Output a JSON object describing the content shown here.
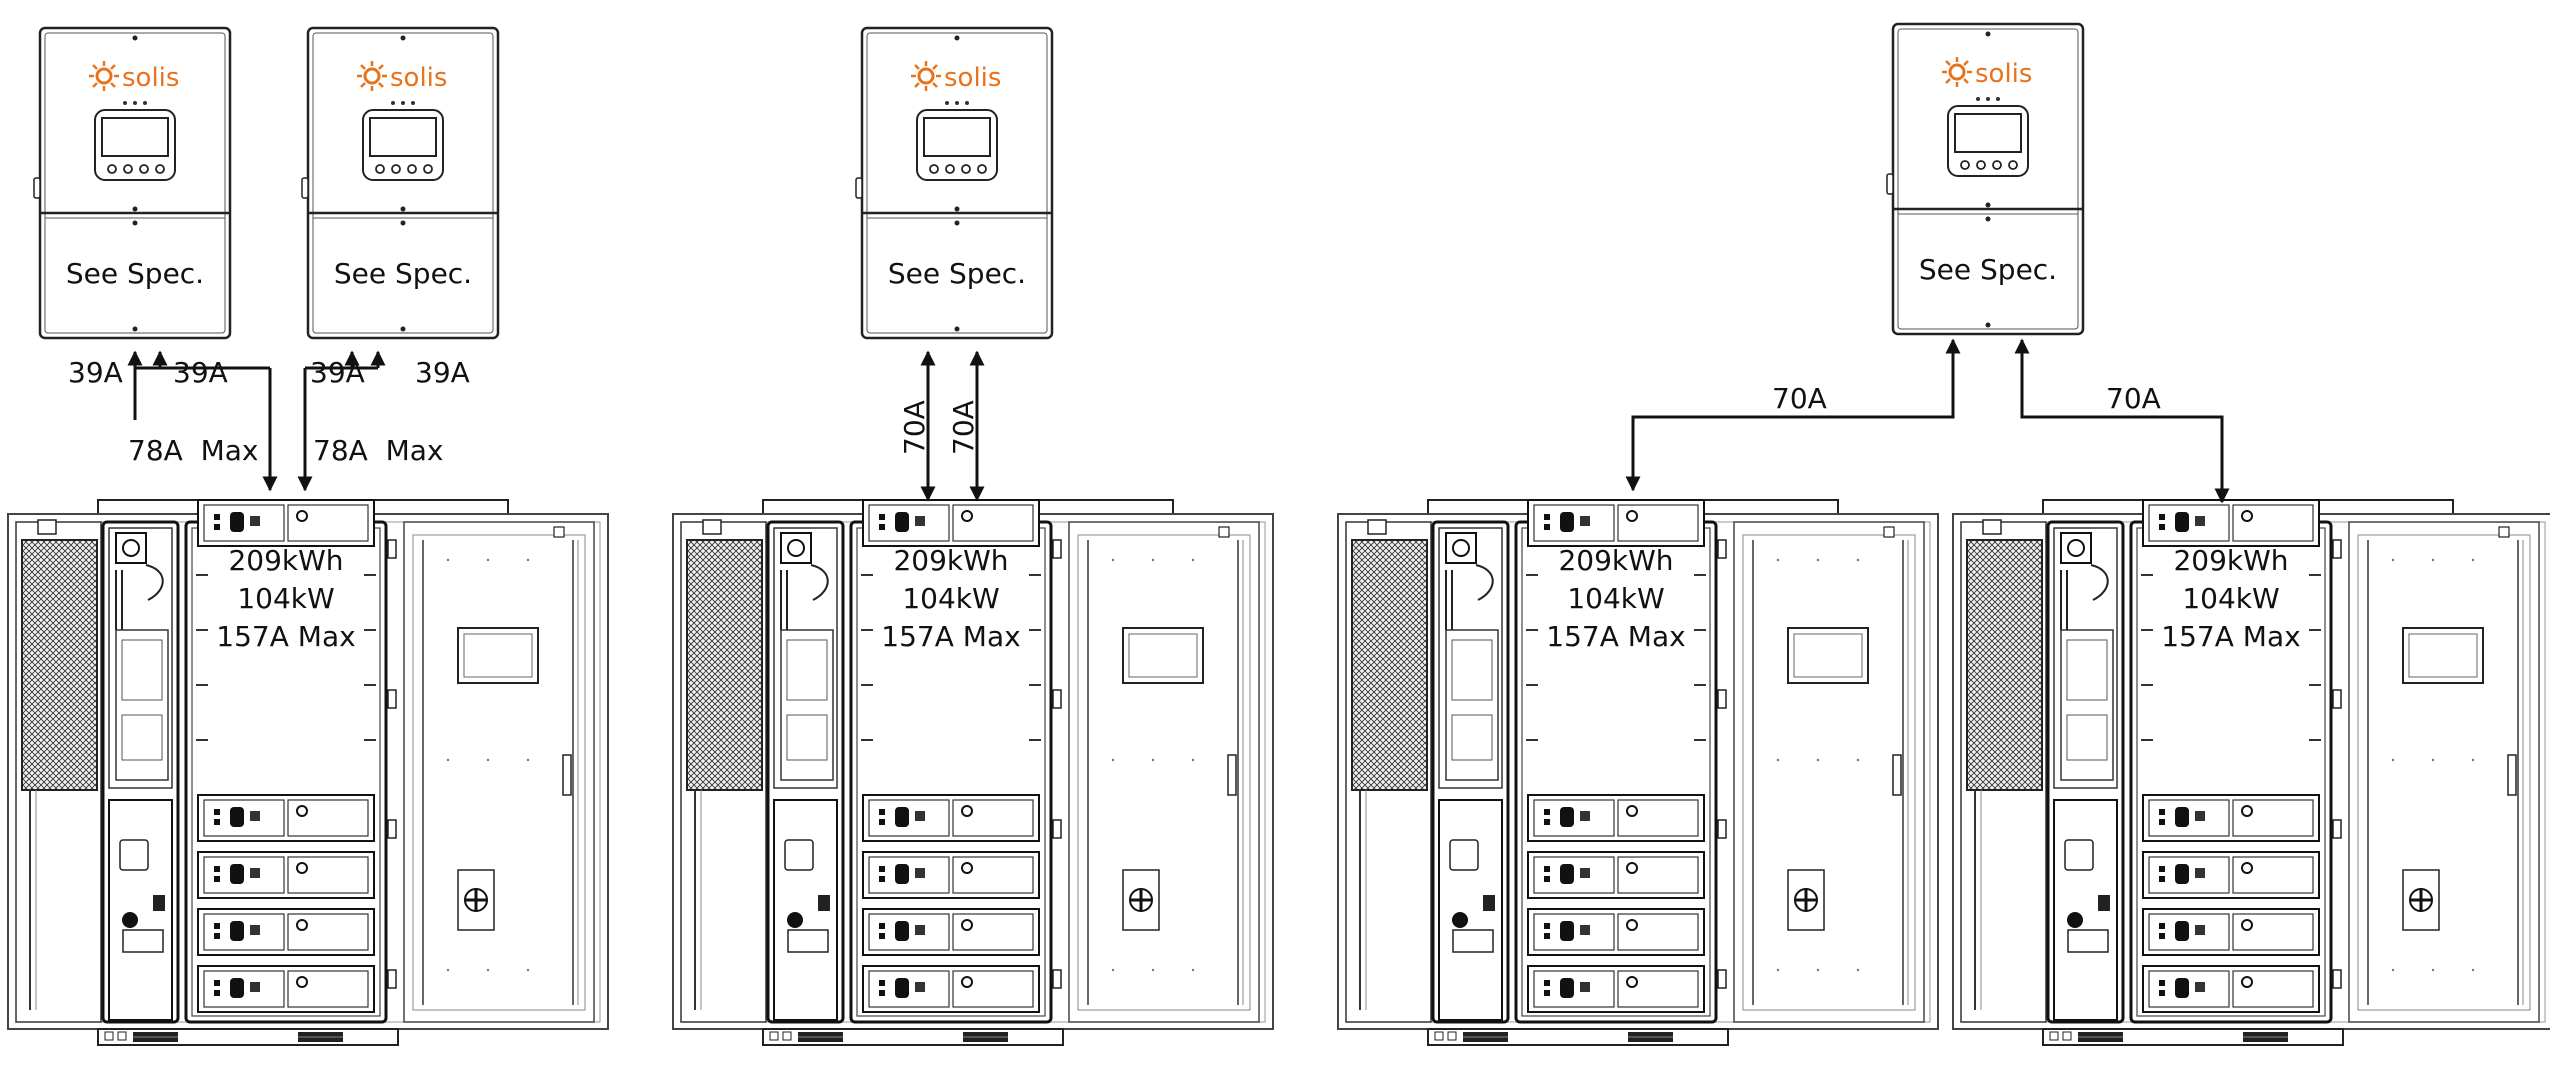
{
  "brand": {
    "name": "solis",
    "color": "#e8731c"
  },
  "line_color": "#111111",
  "inverter_spec_label": "See Spec.",
  "inverters": [
    {
      "id": "inv1",
      "spec": "See Spec."
    },
    {
      "id": "inv2",
      "spec": "See Spec."
    },
    {
      "id": "inv3",
      "spec": "See Spec."
    },
    {
      "id": "inv4",
      "spec": "See Spec."
    }
  ],
  "batteries": [
    {
      "id": "bat1",
      "energy": "209kWh",
      "power": "104kW",
      "current": "157A Max"
    },
    {
      "id": "bat2",
      "energy": "209kWh",
      "power": "104kW",
      "current": "157A Max"
    },
    {
      "id": "bat3",
      "energy": "209kWh",
      "power": "104kW",
      "current": "157A Max"
    },
    {
      "id": "bat4",
      "energy": "209kWh",
      "power": "104kW",
      "current": "157A Max"
    }
  ],
  "connections": {
    "group1": {
      "inv1_left": "39A",
      "inv1_right": "39A",
      "inv2_left": "39A",
      "inv2_right": "39A",
      "bus_left": "78A  Max",
      "bus_right": "78A  Max"
    },
    "group2": {
      "left": "70A",
      "right": "70A"
    },
    "group3": {
      "left": "70A",
      "right": "70A"
    }
  }
}
